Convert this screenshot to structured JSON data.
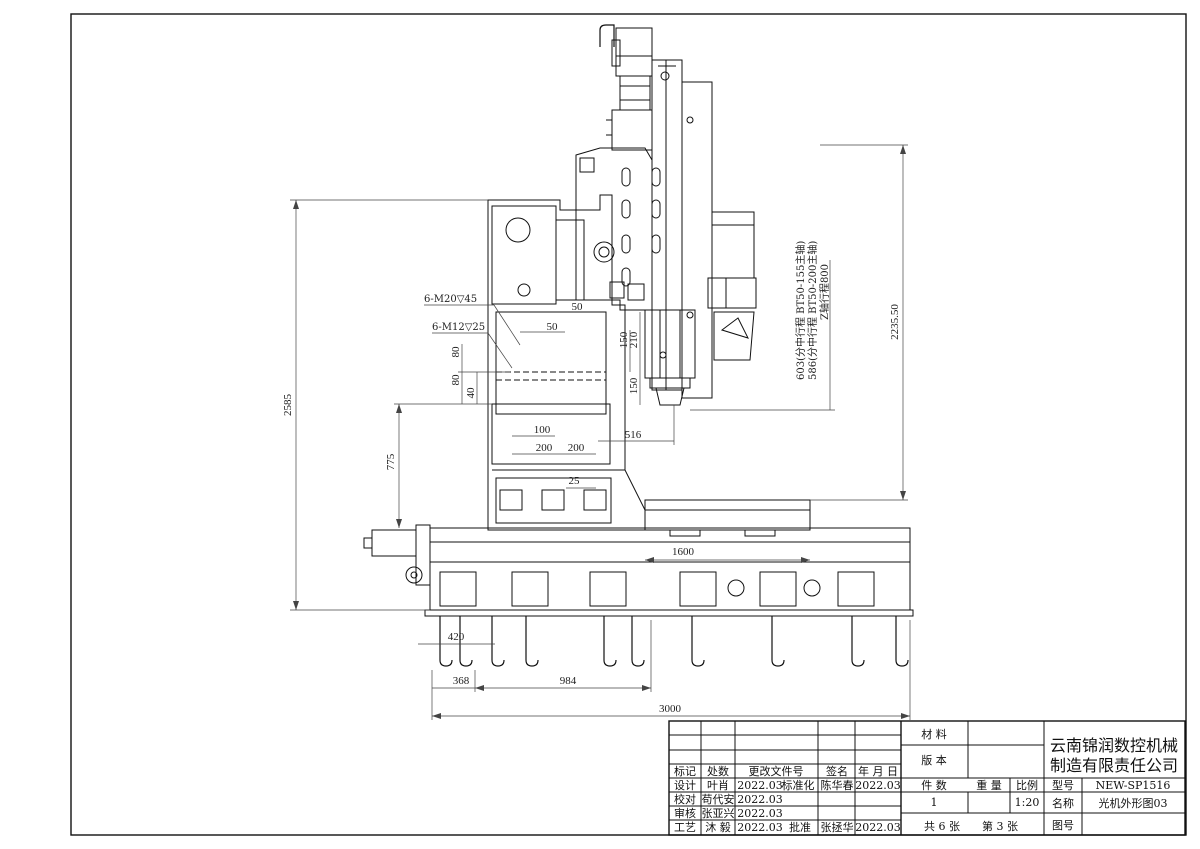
{
  "dimensions": {
    "d2585": "2585",
    "d2235": "2235.50",
    "d775": "775",
    "d1600": "1600",
    "d3000": "3000",
    "d984": "984",
    "d368": "368",
    "d420": "420",
    "d516": "516",
    "d100": "100",
    "d200a": "200",
    "d200b": "200",
    "d25": "25",
    "d50": "50",
    "d50top": "50",
    "d80a": "80",
    "d80b": "80",
    "d40": "40",
    "d150a": "150",
    "d210": "210",
    "d150b": "150"
  },
  "notes": {
    "m20": "6-M20▽45",
    "m12": "6-M12▽25",
    "travel1": "603(分中行程 BT50-155主轴)",
    "travel2": "586(分中行程 BT50-200主轴)",
    "travel3": "Z轴行程800"
  },
  "title_block": {
    "company_line1": "云南锦润数控机械",
    "company_line2": "制造有限责任公司",
    "material_label": "材 料",
    "version_label": "版 本",
    "count_label": "件 数",
    "weight_label": "重 量",
    "scale_label": "比例",
    "count_value": "1",
    "scale_value": "1:20",
    "model_label": "型号",
    "model_value": "NEW-SP1516",
    "name_label": "名称",
    "name_value": "光机外形图03",
    "drawing_no_label": "图号",
    "sheets_total": "共 6 张",
    "sheet_current": "第 3 张",
    "rev_headers": {
      "mark": "标记",
      "count": "处数",
      "doc": "更改文件号",
      "sign": "签名",
      "date": "年 月 日"
    },
    "roles": {
      "design": "设计",
      "check": "校对",
      "review": "审核",
      "process": "工艺",
      "standard": "标准化",
      "approve": "批准"
    },
    "people": {
      "design": "叶肖",
      "check": "苟代安",
      "review": "张亚兴",
      "process": "沐 毅",
      "standard": "陈华春",
      "approve": "张拯华"
    },
    "dates": {
      "design": "2022.03",
      "check": "2022.03",
      "review": "2022.03",
      "process": "2022.03",
      "standard": "2022.03",
      "approve": "2022.03"
    }
  }
}
